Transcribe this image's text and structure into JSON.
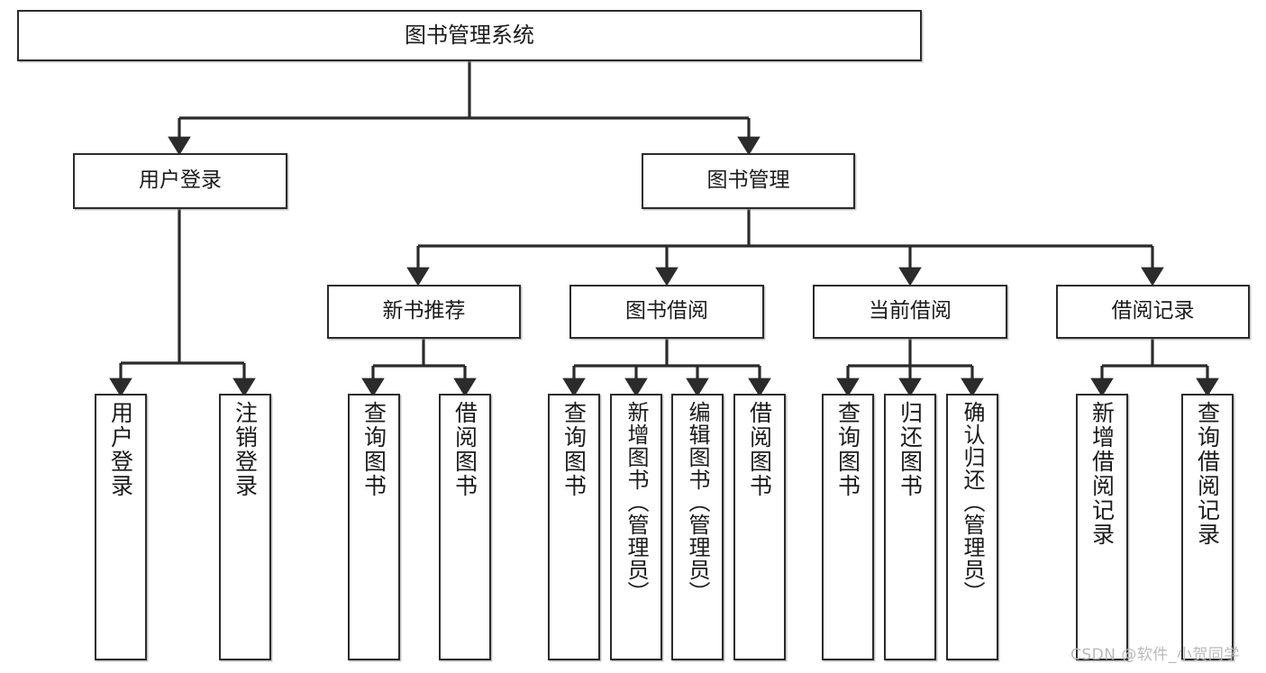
{
  "diagram": {
    "type": "tree-hierarchy",
    "title": "图书管理系统",
    "orientation": "top-down",
    "colors": {
      "box_border": "#2b2b2b",
      "box_fill": "#ffffff",
      "connector": "#2b2b2b",
      "text": "#1b1b1b",
      "watermark": "#b9b9b9",
      "background": "#ffffff"
    },
    "nodes": {
      "root": {
        "label": "图书管理系统"
      },
      "level2": [
        {
          "id": "user-login",
          "label": "用户登录"
        },
        {
          "id": "book-management",
          "label": "图书管理"
        }
      ],
      "level3": [
        {
          "id": "new-book-recommend",
          "label": "新书推荐"
        },
        {
          "id": "book-borrow",
          "label": "图书借阅"
        },
        {
          "id": "current-borrow",
          "label": "当前借阅"
        },
        {
          "id": "borrow-record",
          "label": "借阅记录"
        }
      ],
      "leaves": {
        "user-login": [
          {
            "id": "leaf-user-login",
            "label": "用户登录"
          },
          {
            "id": "leaf-logout-login",
            "label": "注销登录"
          }
        ],
        "new-book-recommend": [
          {
            "id": "leaf-query-book-1",
            "label": "查询图书"
          },
          {
            "id": "leaf-borrow-book-1",
            "label": "借阅图书"
          }
        ],
        "book-borrow": [
          {
            "id": "leaf-query-book-2",
            "label": "查询图书"
          },
          {
            "id": "leaf-add-book-admin",
            "label": "新增图书（管理员）"
          },
          {
            "id": "leaf-edit-book-admin",
            "label": "编辑图书（管理员）"
          },
          {
            "id": "leaf-borrow-book-2",
            "label": "借阅图书"
          }
        ],
        "current-borrow": [
          {
            "id": "leaf-query-book-3",
            "label": "查询图书"
          },
          {
            "id": "leaf-return-book",
            "label": "归还图书"
          },
          {
            "id": "leaf-confirm-return-admin",
            "label": "确认归还（管理员）"
          }
        ],
        "borrow-record": [
          {
            "id": "leaf-add-borrow-record",
            "label": "新增借阅记录"
          },
          {
            "id": "leaf-query-borrow-record",
            "label": "查询借阅记录"
          }
        ]
      }
    },
    "watermark": "CSDN @软件_小贺同学"
  }
}
